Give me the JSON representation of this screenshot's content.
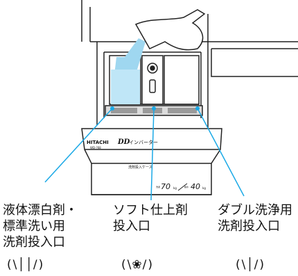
{
  "device": {
    "brand": "HITACHI",
    "model": "WD-?68",
    "dd_mark": "DD",
    "inverter_text": "インバーター",
    "case_text": "洗剤投入ケース",
    "capacity_left_label": "洗濯",
    "capacity_left_value": "70",
    "capacity_unit": "kg",
    "capacity_right_label": "脱水",
    "capacity_right_value": "40"
  },
  "callouts": [
    {
      "id": "bleach",
      "lines": [
        "液体漂白剤・",
        "標準洗い用",
        "洗剤投入口"
      ],
      "color": "#1ba9e6"
    },
    {
      "id": "softener",
      "lines": [
        "ソフト仕上剤",
        "投入口"
      ],
      "color": "#1ba9e6"
    },
    {
      "id": "detergent",
      "lines": [
        "ダブル洗浄用",
        "洗剤投入口"
      ],
      "color": "#1ba9e6"
    }
  ],
  "symbols": [
    {
      "id": "bleach-symbol",
      "glyph": "││",
      "icon": "two-bars-icon"
    },
    {
      "id": "softener-symbol",
      "glyph": "❀",
      "icon": "flower-icon"
    },
    {
      "id": "detergent-symbol",
      "glyph": "│",
      "icon": "single-bar-icon"
    }
  ],
  "colors": {
    "accent": "#1ba9e6",
    "powder": "#9fd7f0",
    "liquid": "#bfe6f7",
    "line": "#222222"
  }
}
